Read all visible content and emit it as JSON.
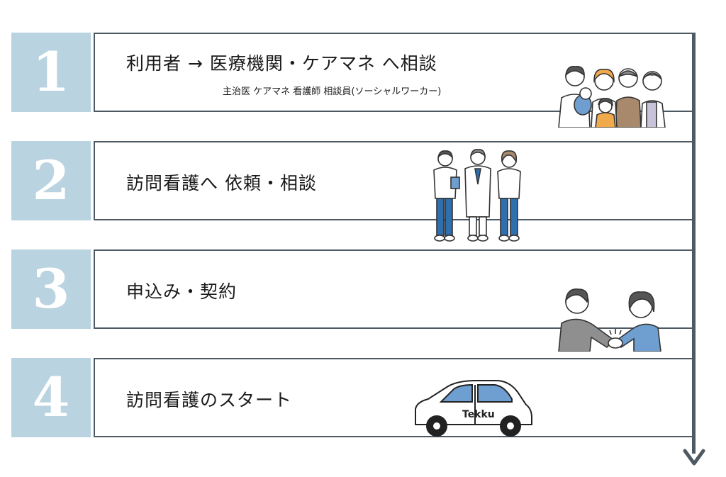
{
  "steps": [
    {
      "number": "1",
      "title": "利用者 → 医療機関・ケアマネ へ相談",
      "subtitle": "主治医 ケアマネ 看護師 相談員(ソーシャルワーカー)",
      "illustration": "family-icon"
    },
    {
      "number": "2",
      "title": "訪問看護へ 依頼・相談",
      "illustration": "medical-staff-icon"
    },
    {
      "number": "3",
      "title": "申込み・契約",
      "illustration": "handshake-icon"
    },
    {
      "number": "4",
      "title": "訪問看護のスタート",
      "illustration": "car-icon",
      "car_label": "Tekku"
    }
  ],
  "colors": {
    "number_bg": "#b9d3e0",
    "border": "#4d5a63",
    "arrow": "#4d5a63",
    "uniform_blue": "#2f6fae"
  }
}
